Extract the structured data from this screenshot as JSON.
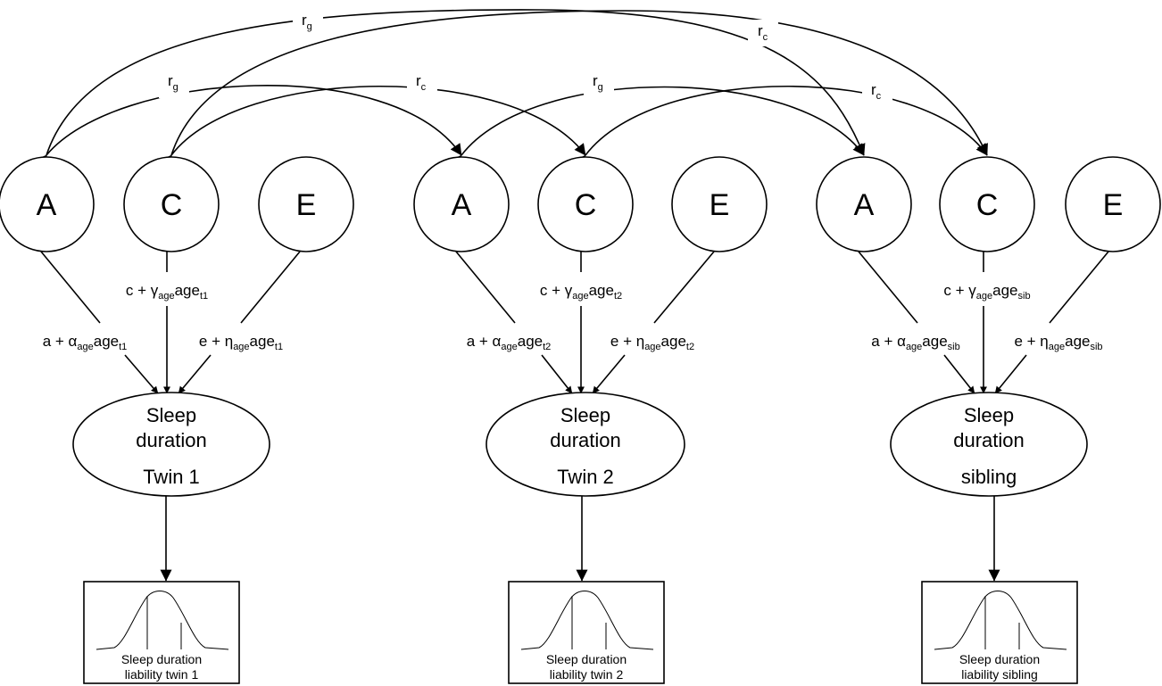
{
  "latent_labels": {
    "a": "A",
    "c": "C",
    "e": "E"
  },
  "correlations": {
    "rg": "r",
    "rg_sub": "g",
    "rc": "r",
    "rc_sub": "c"
  },
  "groups": [
    {
      "ellipse": {
        "line1": "Sleep",
        "line2": "duration",
        "line3": "Twin 1"
      },
      "paths": {
        "c": {
          "pre": "c + γ",
          "sub1": "age",
          "mid": "age",
          "sub2": "t1"
        },
        "a": {
          "pre": "a + α",
          "sub1": "age",
          "mid": "age",
          "sub2": "t1"
        },
        "e": {
          "pre": "e + η",
          "sub1": "age",
          "mid": "age",
          "sub2": "t1"
        }
      },
      "box": {
        "line1": "Sleep duration",
        "line2": "liability twin 1"
      }
    },
    {
      "ellipse": {
        "line1": "Sleep",
        "line2": "duration",
        "line3": "Twin 2"
      },
      "paths": {
        "c": {
          "pre": "c + γ",
          "sub1": "age",
          "mid": "age",
          "sub2": "t2"
        },
        "a": {
          "pre": "a + α",
          "sub1": "age",
          "mid": "age",
          "sub2": "t2"
        },
        "e": {
          "pre": "e + η",
          "sub1": "age",
          "mid": "age",
          "sub2": "t2"
        }
      },
      "box": {
        "line1": "Sleep duration",
        "line2": "liability twin 2"
      }
    },
    {
      "ellipse": {
        "line1": "Sleep",
        "line2": "duration",
        "line3": "sibling"
      },
      "paths": {
        "c": {
          "pre": "c + γ",
          "sub1": "age",
          "mid": "age",
          "sub2": "sib"
        },
        "a": {
          "pre": "a + α",
          "sub1": "age",
          "mid": "age",
          "sub2": "sib"
        },
        "e": {
          "pre": "e + η",
          "sub1": "age",
          "mid": "age",
          "sub2": "sib"
        }
      },
      "box": {
        "line1": "Sleep duration",
        "line2": "liability sibling"
      }
    }
  ]
}
